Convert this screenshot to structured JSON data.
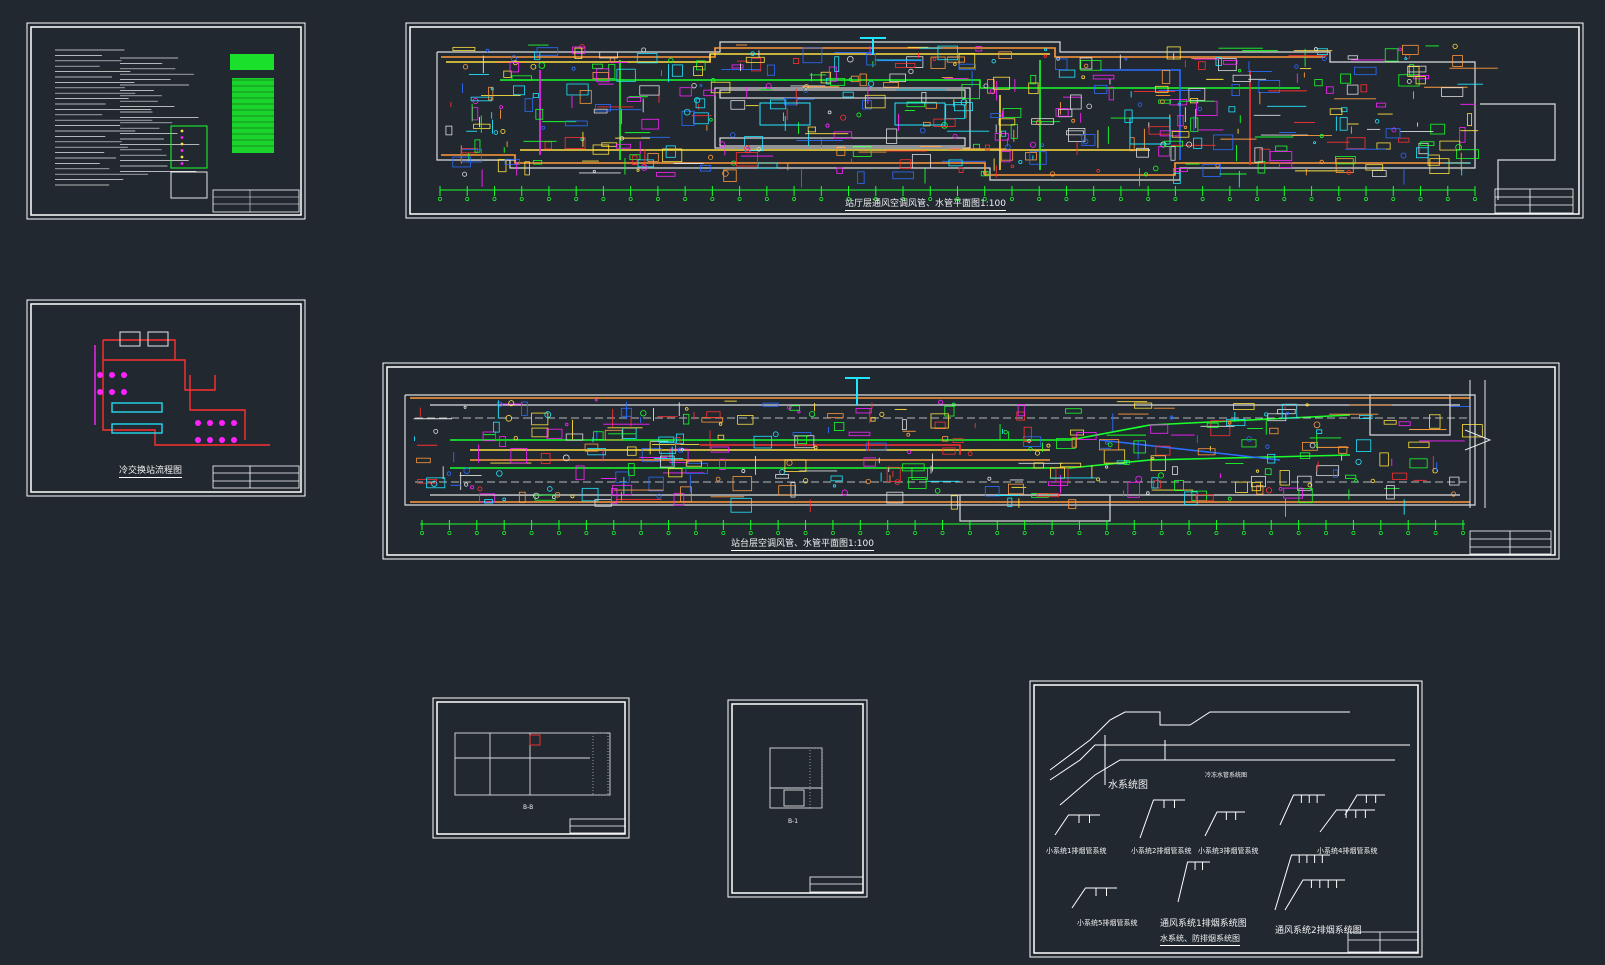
{
  "colors": {
    "background": "#212830",
    "frame": "#ffffff",
    "wall": "#dddddd",
    "duct_orange": "#ff9a3c",
    "duct_yellow": "#ffe040",
    "pipe_green": "#19ff2a",
    "pipe_red": "#ff3030",
    "pipe_magenta": "#ff22ff",
    "cyan": "#22e6ff",
    "blue": "#2c6dff"
  },
  "sheets": {
    "concourse_plan": {
      "title": "站厅层通风空调风管、水管平面图1:100"
    },
    "platform_plan": {
      "title": "站台层空调风管、水管平面图1:100"
    },
    "cooling_flow": {
      "title": "冷交换站流程图"
    },
    "system_diagrams": {
      "water_label": "水系统图",
      "small_sys_1": "小系统1排烟管系统",
      "small_sys_2": "小系统2排烟管系统",
      "small_sys_3": "小系统3排烟管系统",
      "small_sys_4": "小系统4排烟管系统",
      "small_sys_5": "小系统5排烟管系统",
      "vent_sys_1": "通风系统1排烟系统图",
      "vent_sys_2": "通风系统2排烟系统图",
      "footer": "水系统、防排烟系统图",
      "pipe_note": "冷冻水管系统图"
    },
    "section_small": {
      "tag": "B-B"
    },
    "section_tall": {
      "tag": "B-1"
    }
  }
}
